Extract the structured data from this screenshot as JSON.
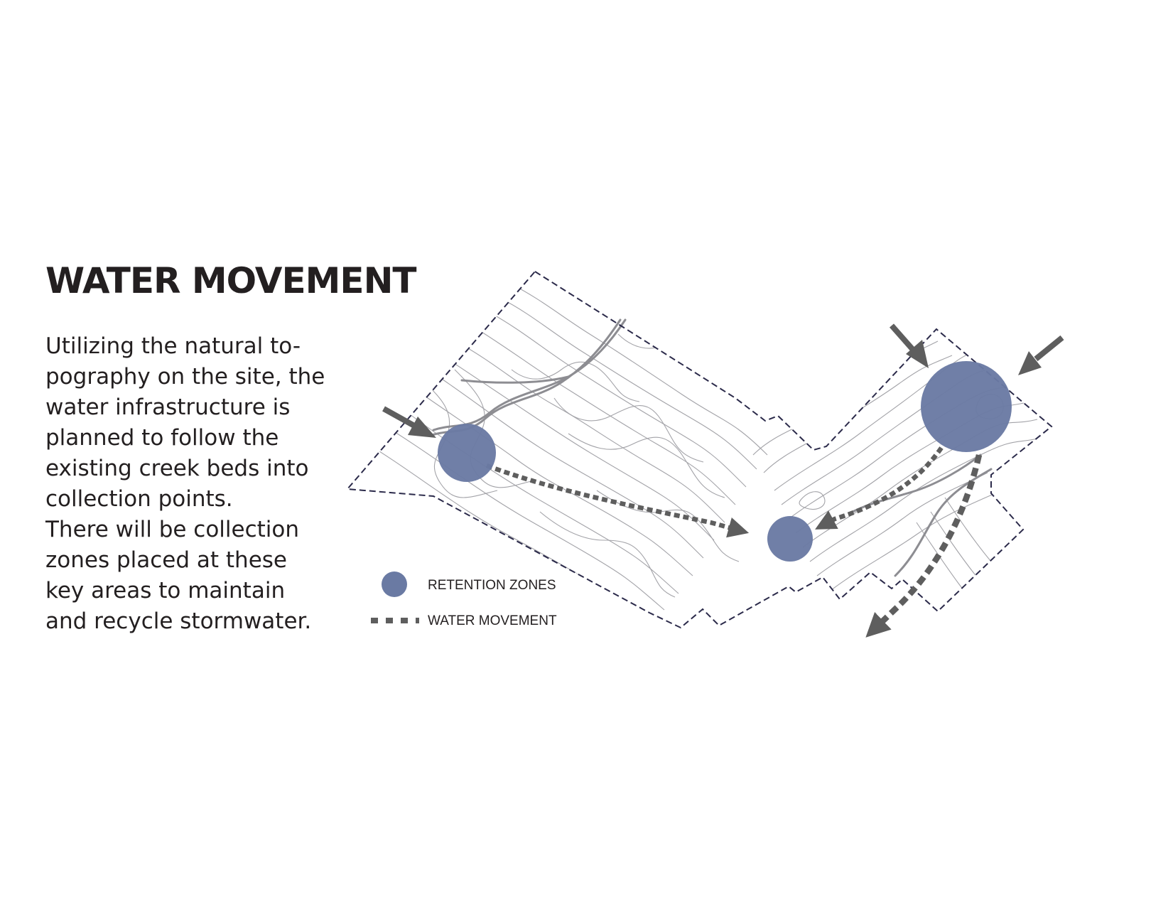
{
  "title": "WATER MOVEMENT",
  "body_lines": [
    "Utilizing the natural to-",
    "pography on the site, the",
    "water infrastructure is",
    "planned to follow the",
    "existing creek beds into",
    "collection points.",
    "There will be collection",
    "zones placed at these",
    "key areas to maintain",
    "and recycle stormwater."
  ],
  "legend": {
    "retention_label": "RETENTION ZONES",
    "movement_label": "WATER MOVEMENT"
  },
  "colors": {
    "retention_zone": "#6a7aa3",
    "water_movement": "#5e5e5e",
    "site_boundary": "#2b2a4a",
    "contour": "#a3a3a8"
  },
  "icons": {
    "retention": "filled-circle",
    "movement": "dashed-line-arrow",
    "inflow": "arrow"
  }
}
